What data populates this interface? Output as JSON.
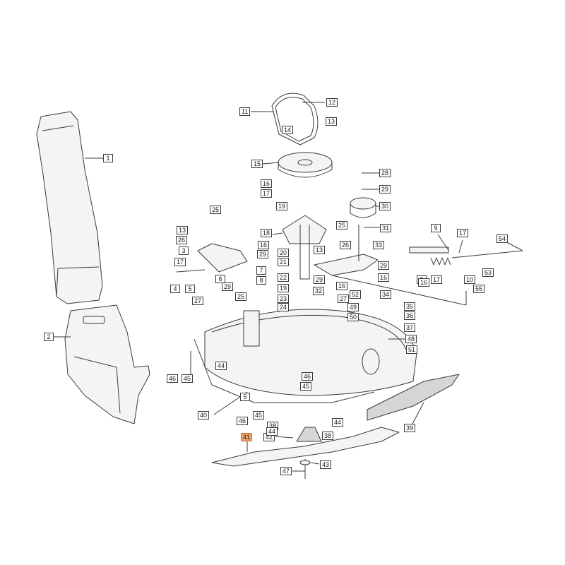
{
  "colors": {
    "outline": "#3a3a3a",
    "fill": "#f4f4f4",
    "shade": "#d6d6d6",
    "highlight": "#f3a36c"
  },
  "highlighted_part": "41",
  "callouts": {
    "c1": "1",
    "c2": "2",
    "c3": "3",
    "c4": "4",
    "c5": "5",
    "c5b": "5",
    "c5c": "5",
    "c6": "6",
    "c7": "7",
    "c8": "8",
    "c9": "9",
    "c10": "10",
    "c11": "11",
    "c12": "12",
    "c13": "13",
    "c13b": "13",
    "c13c": "13",
    "c14": "14",
    "c15": "15",
    "c16": "16",
    "c16b": "16",
    "c16c": "16",
    "c16d": "16",
    "c16e": "16",
    "c17": "17",
    "c17b": "17",
    "c17c": "17",
    "c17d": "17",
    "c18": "18",
    "c19": "19",
    "c19b": "19",
    "c20": "20",
    "c21": "21",
    "c22": "22",
    "c23": "23",
    "c24": "24",
    "c25": "25",
    "c25b": "25",
    "c25c": "25",
    "c26": "26",
    "c26b": "26",
    "c27": "27",
    "c27b": "27",
    "c28": "28",
    "c29": "29",
    "c29b": "29",
    "c29c": "29",
    "c29d": "29",
    "c29e": "29",
    "c30": "30",
    "c31": "31",
    "c32": "32",
    "c33": "33",
    "c34": "34",
    "c35": "35",
    "c36": "36",
    "c37": "37",
    "c38": "38",
    "c38b": "38",
    "c39": "39",
    "c40": "40",
    "c41": "41",
    "c42": "42",
    "c43": "43",
    "c44": "44",
    "c44b": "44",
    "c44c": "44",
    "c45": "45",
    "c45b": "45",
    "c45c": "45",
    "c46": "46",
    "c46b": "46",
    "c46c": "46",
    "c47": "47",
    "c48": "48",
    "c49": "49",
    "c50": "50",
    "c51": "51",
    "c52": "52",
    "c53": "53",
    "c54": "54",
    "c55": "55"
  }
}
